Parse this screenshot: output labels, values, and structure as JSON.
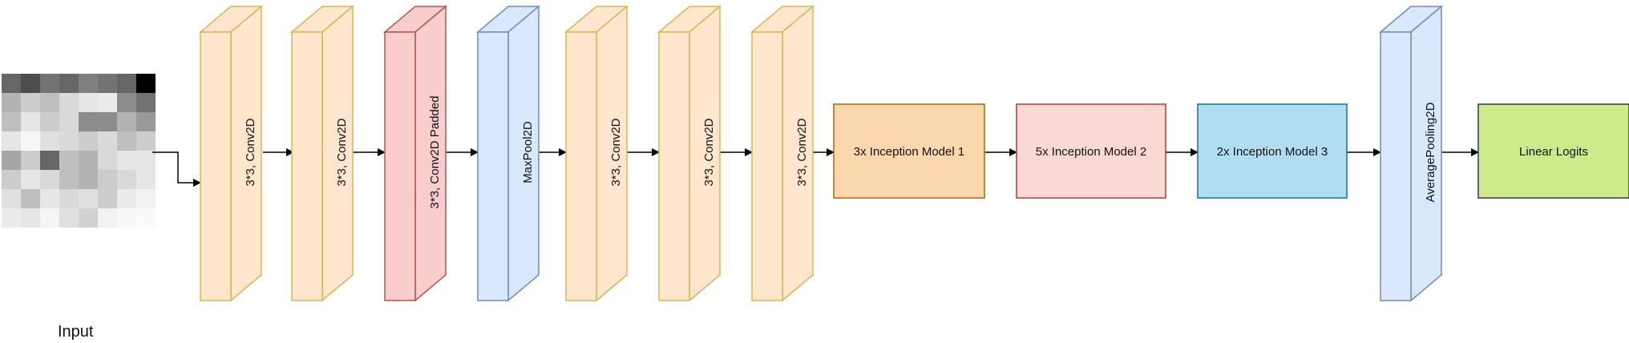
{
  "diagram": {
    "input": {
      "label": "Input",
      "grid": [
        [
          0.4,
          0.3,
          0.45,
          0.4,
          0.5,
          0.45,
          0.4,
          0.0
        ],
        [
          0.7,
          0.8,
          0.75,
          0.85,
          0.9,
          0.92,
          0.55,
          0.45
        ],
        [
          0.75,
          0.9,
          0.8,
          0.85,
          0.55,
          0.55,
          0.7,
          0.6
        ],
        [
          0.9,
          0.97,
          0.88,
          0.85,
          0.8,
          0.85,
          0.75,
          0.8
        ],
        [
          0.65,
          0.8,
          0.4,
          0.75,
          0.7,
          0.85,
          0.9,
          0.9
        ],
        [
          0.8,
          0.9,
          0.85,
          0.75,
          0.7,
          0.8,
          0.85,
          0.9
        ],
        [
          0.88,
          0.75,
          0.9,
          0.85,
          0.88,
          0.8,
          0.92,
          0.95
        ],
        [
          0.92,
          0.9,
          0.96,
          0.88,
          0.82,
          0.95,
          0.97,
          0.98
        ]
      ]
    },
    "layers": [
      {
        "label": "3*3, Conv2D",
        "fill": "#ffe6cc",
        "stroke": "#d6b656"
      },
      {
        "label": "3*3, Conv2D",
        "fill": "#ffe6cc",
        "stroke": "#d6b656"
      },
      {
        "label": "3*3, Conv2D Padded",
        "fill": "#f8cecc",
        "stroke": "#b85450"
      },
      {
        "label": "MaxPool2D",
        "fill": "#dae8fc",
        "stroke": "#6c8ebf"
      },
      {
        "label": "3*3, Conv2D",
        "fill": "#ffe6cc",
        "stroke": "#d6b656"
      },
      {
        "label": "3*3, Conv2D",
        "fill": "#ffe6cc",
        "stroke": "#d6b656"
      },
      {
        "label": "3*3, Conv2D",
        "fill": "#ffe6cc",
        "stroke": "#d6b656"
      },
      {
        "label": "3x Inception Model 1",
        "fill": "#fad7ac",
        "stroke": "#b46504"
      },
      {
        "label": "5x Inception Model 2",
        "fill": "#fad9d5",
        "stroke": "#ae4132"
      },
      {
        "label": "2x Inception Model 3",
        "fill": "#b1ddf0",
        "stroke": "#10739e"
      },
      {
        "label": "AveragePooling2D",
        "fill": "#dae8fc",
        "stroke": "#6c8ebf"
      },
      {
        "label": "Linear Logits",
        "fill": "#cdeb8b",
        "stroke": "#36393d"
      }
    ],
    "arrow_color": "#000000"
  }
}
